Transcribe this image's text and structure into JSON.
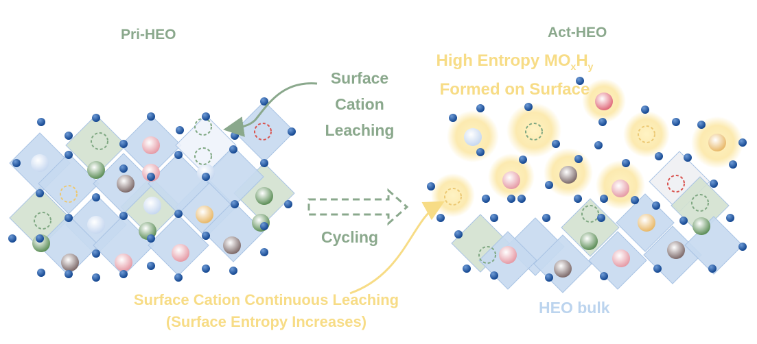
{
  "labels": {
    "pri_heo": "Pri-HEO",
    "act_heo": "Act-HEO",
    "surface_cation_leaching": [
      "Surface",
      "Cation",
      "Leaching"
    ],
    "high_entropy_prefix": "High Entropy MO",
    "high_entropy_sub_x": "x",
    "high_entropy_h": "H",
    "high_entropy_sub_y": "y",
    "formed_on_surface": "Formed on Surface",
    "cycling": "Cycling",
    "continuous_leaching": "Surface Cation Continuous Leaching",
    "entropy_increases": "(Surface Entropy Increases)",
    "heo_bulk": "HEO bulk"
  },
  "colors": {
    "green_text": "#8aa88c",
    "yellow_text": "#f7dc86",
    "blue_text": "#bcd4ee",
    "octahedron_blue": "#c6d9ef",
    "octahedron_green": "#d3e1cf",
    "oxygen_atom": "#1f5fae",
    "vacancy_green": "#7ea781",
    "vacancy_red": "#d9534f",
    "vacancy_yellow": "#ecc974"
  },
  "cation_types": [
    "white-blue",
    "pink",
    "red",
    "brown",
    "green",
    "yellow"
  ]
}
